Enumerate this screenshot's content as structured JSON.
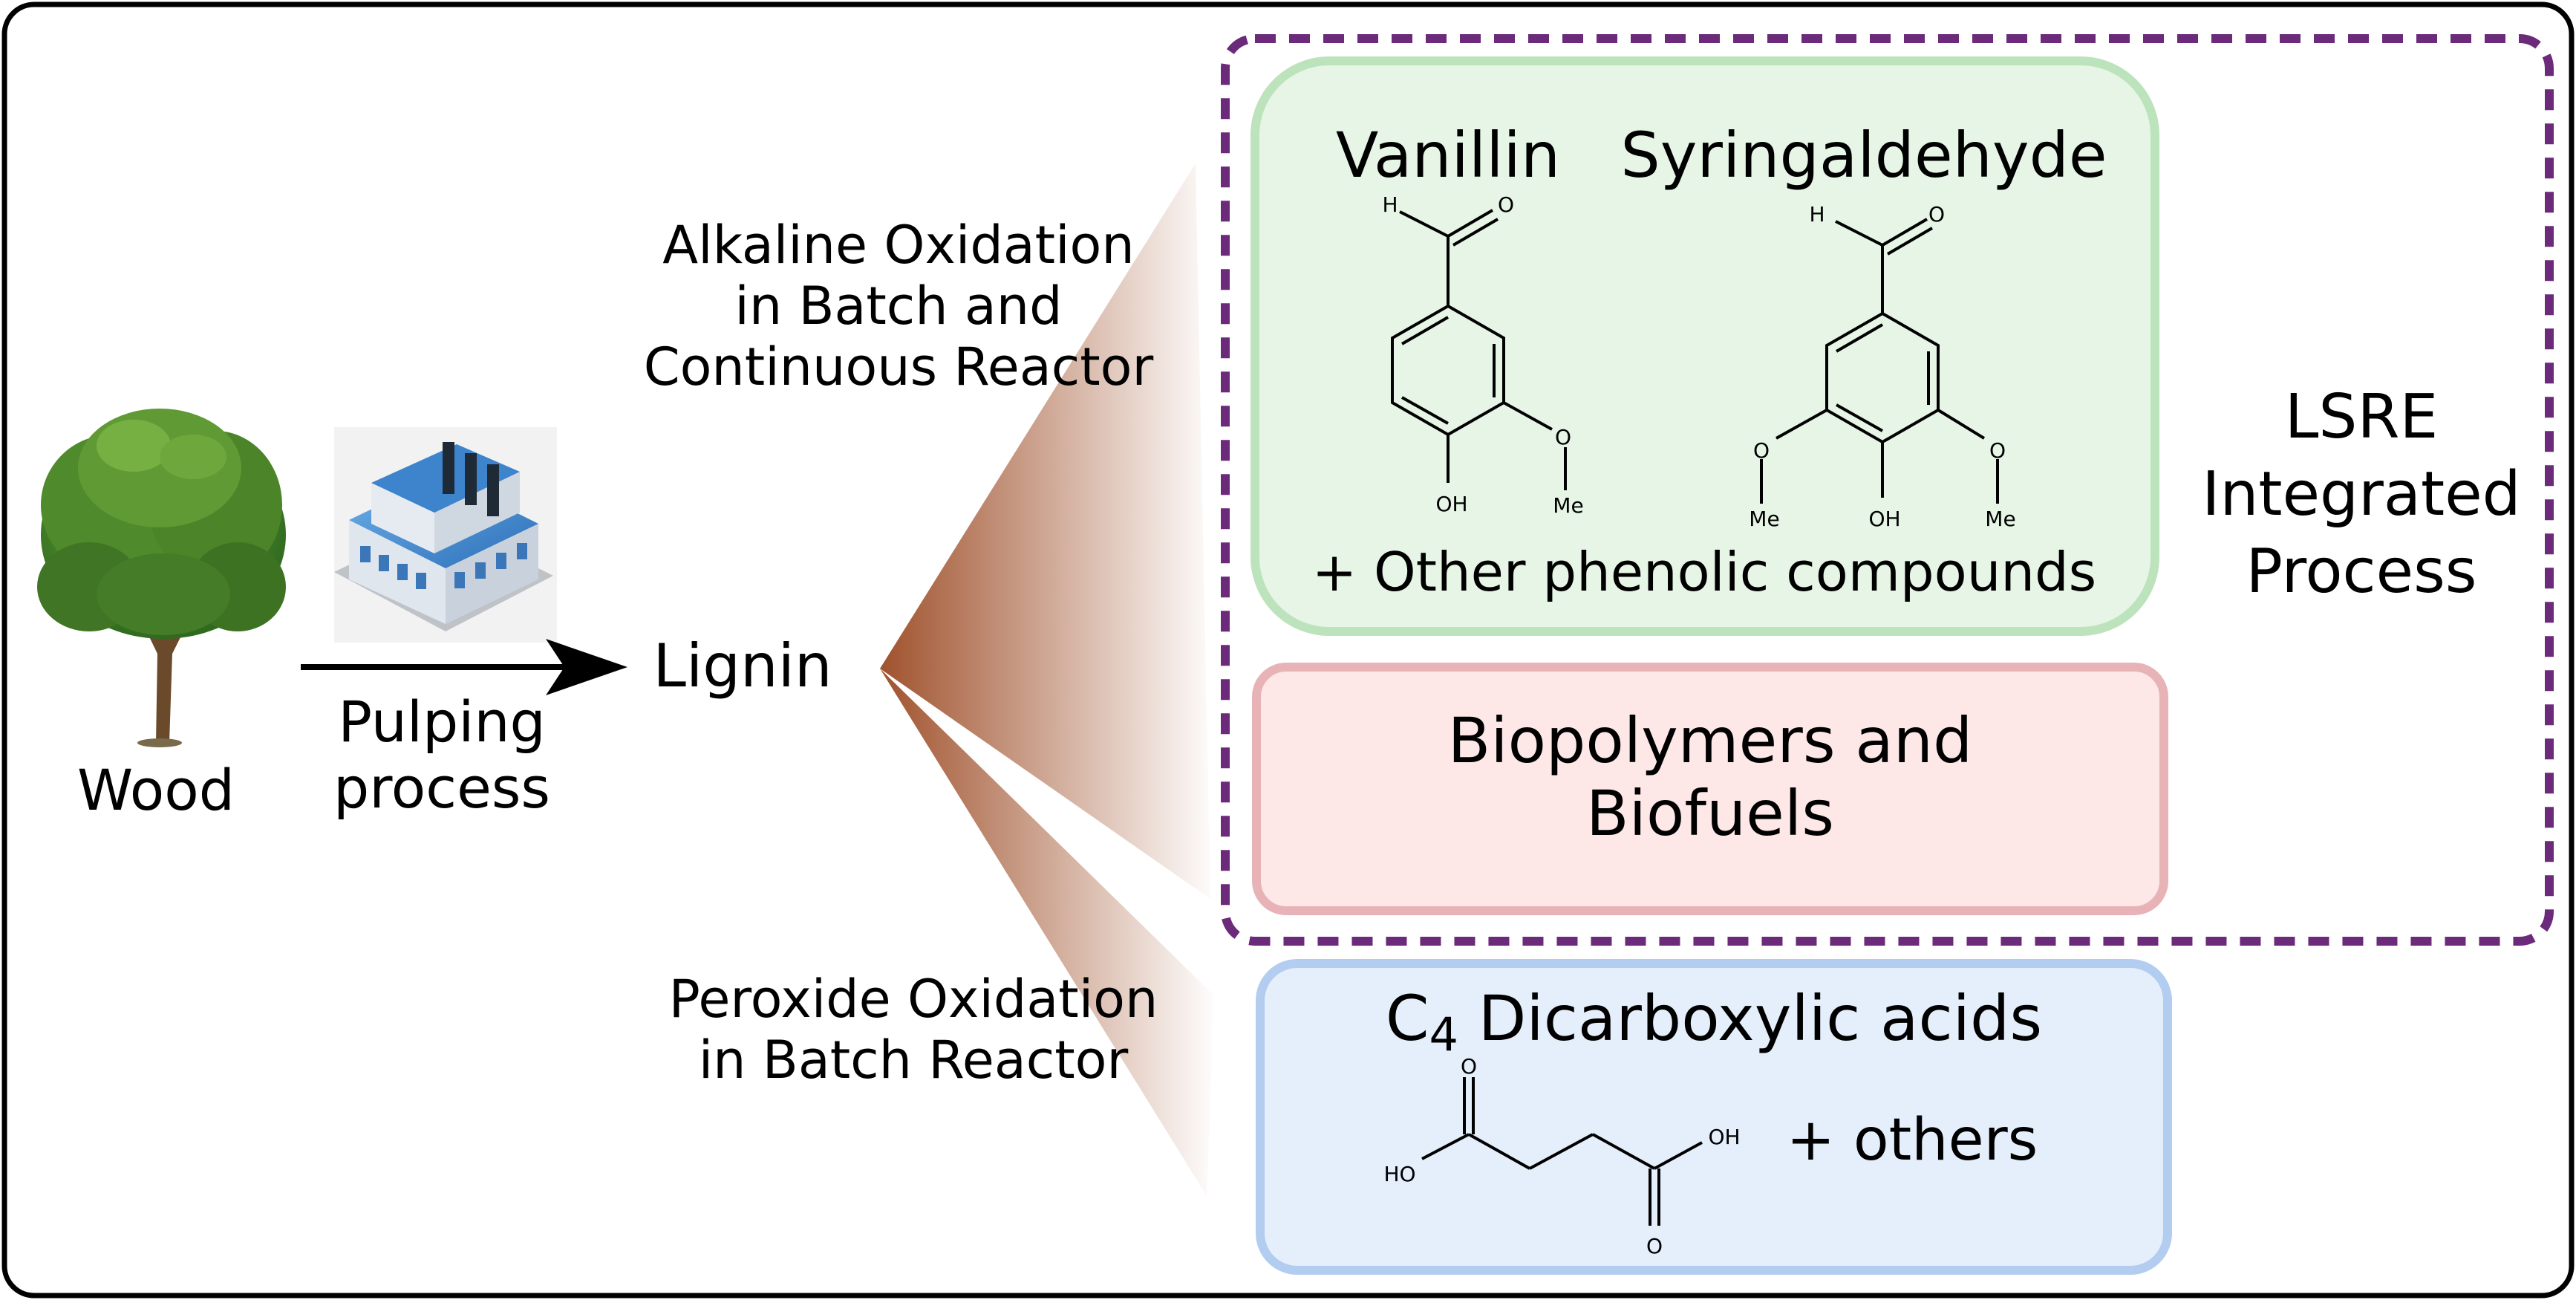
{
  "source": {
    "wood_label": "Wood",
    "pulping_lines": [
      "Pulping",
      "process"
    ],
    "lignin_label": "Lignin"
  },
  "routes": {
    "alkaline_lines": [
      "Alkaline Oxidation",
      "in Batch and",
      "Continuous Reactor"
    ],
    "peroxide_lines": [
      "Peroxide Oxidation",
      "in Batch Reactor"
    ]
  },
  "products": {
    "phenolics": {
      "vanillin_label": "Vanillin",
      "syringaldehyde_label": "Syringaldehyde",
      "other_label": "+ Other phenolic compounds",
      "atoms": {
        "h": "H",
        "o": "O",
        "oh": "OH",
        "me": "Me"
      }
    },
    "biopolymers_lines": [
      "Biopolymers and",
      "Biofuels"
    ],
    "acids": {
      "title_prefix": "C",
      "title_subscript": "4",
      "title_rest": " Dicarboxylic acids",
      "others_label": "+ others",
      "atoms": {
        "o": "O",
        "oh": "OH",
        "ho": "HO"
      }
    }
  },
  "lsre_lines": [
    "LSRE",
    "Integrated",
    "Process"
  ],
  "colors": {
    "phenolic_fill": "#e6f5e6",
    "phenolic_stroke": "#bde3bd",
    "bio_fill": "#fde7e7",
    "bio_stroke": "#e8b3b7",
    "acid_fill": "#e5effc",
    "acid_stroke": "#b2cdf0",
    "lsre_dash": "#6b2a7a",
    "cone": "#a0522d",
    "frame": "#000000"
  }
}
